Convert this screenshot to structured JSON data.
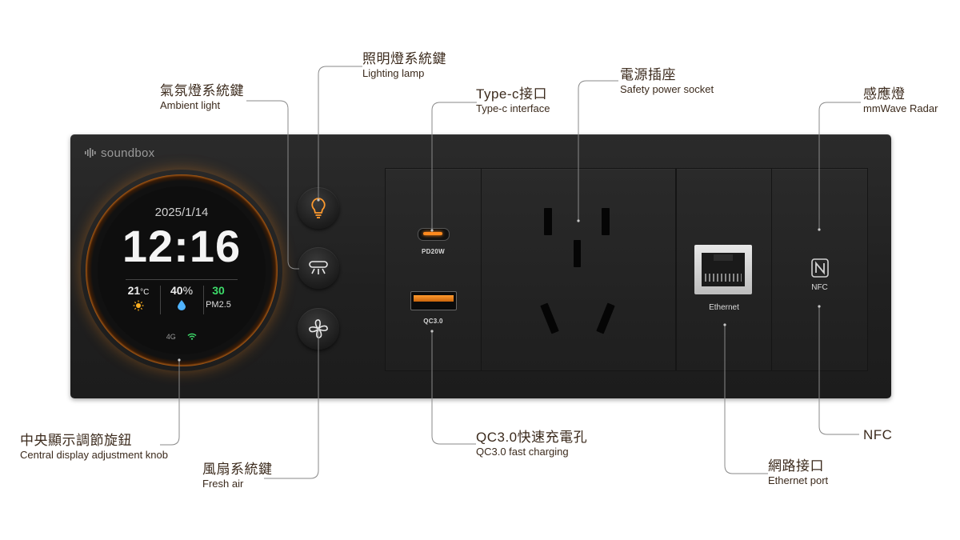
{
  "brand": "soundbox",
  "screen": {
    "date": "2025/1/14",
    "time": "12:16",
    "temperature": "21",
    "temperature_unit": "°C",
    "humidity": "40",
    "humidity_unit": "%",
    "pm_value": "30",
    "pm_label": "PM2.5",
    "network": "4G"
  },
  "ports": {
    "usb_c_tag": "PD20W",
    "usb_a_tag": "QC3.0",
    "ethernet_tag": "Ethernet",
    "nfc_tag": "NFC"
  },
  "callouts": {
    "lighting": {
      "cn": "照明燈系統鍵",
      "en": "Lighting lamp"
    },
    "ambient": {
      "cn": "氣氛燈系統鍵",
      "en": "Ambient light"
    },
    "typec": {
      "cn": "Type-c接口",
      "en": "Type-c interface"
    },
    "power": {
      "cn": "電源插座",
      "en": "Safety power socket"
    },
    "radar": {
      "cn": "感應燈",
      "en": "mmWave Radar"
    },
    "knob": {
      "cn": "中央顯示調節旋鈕",
      "en": "Central display adjustment knob"
    },
    "fan": {
      "cn": "風扇系統鍵",
      "en": "Fresh air"
    },
    "qc": {
      "cn": "QC3.0快速充電孔",
      "en": "QC3.0 fast charging"
    },
    "ethernet": {
      "cn": "網路接口",
      "en": "Ethernet port"
    },
    "nfc": {
      "cn": "NFC",
      "en": ""
    }
  },
  "colors": {
    "accent_orange": "#ff8a1e",
    "pm_green": "#3ddc6a",
    "text_brown": "#3b2a1c"
  },
  "icons": [
    "bulb-icon",
    "ambient-lamp-icon",
    "fan-icon",
    "sun-icon",
    "droplet-icon",
    "wifi-icon",
    "nfc-icon",
    "soundwave-icon"
  ]
}
